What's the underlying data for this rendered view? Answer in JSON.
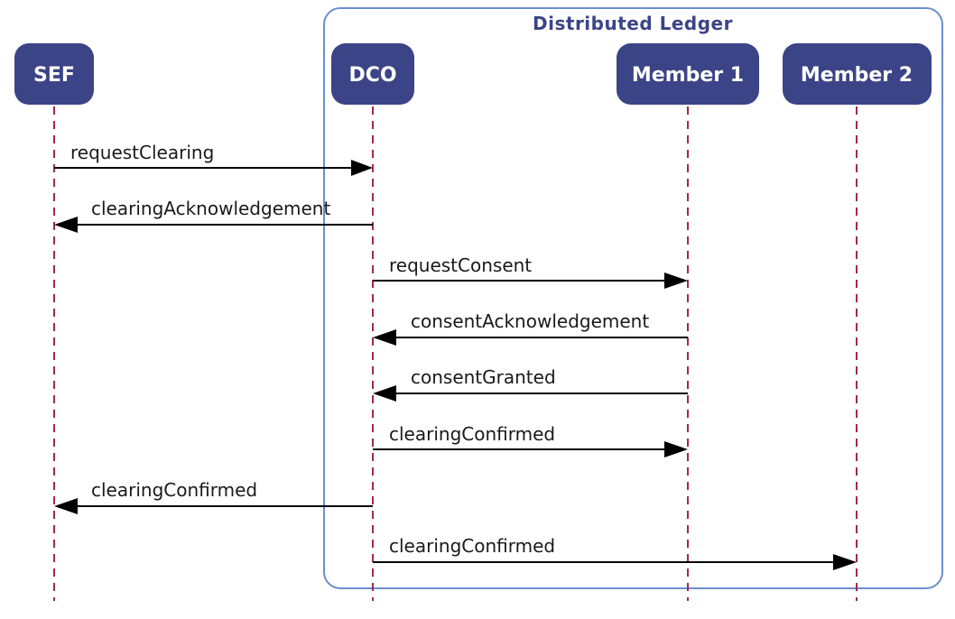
{
  "group": {
    "title": "Distributed Ledger"
  },
  "actors": [
    {
      "id": "sef",
      "label": "SEF"
    },
    {
      "id": "dco",
      "label": "DCO"
    },
    {
      "id": "member1",
      "label": "Member 1"
    },
    {
      "id": "member2",
      "label": "Member 2"
    }
  ],
  "messages": [
    {
      "label": "requestClearing",
      "from": "SEF",
      "to": "DCO"
    },
    {
      "label": "clearingAcknowledgement",
      "from": "DCO",
      "to": "SEF"
    },
    {
      "label": "requestConsent",
      "from": "DCO",
      "to": "Member 1"
    },
    {
      "label": "consentAcknowledgement",
      "from": "Member 1",
      "to": "DCO"
    },
    {
      "label": "consentGranted",
      "from": "Member 1",
      "to": "DCO"
    },
    {
      "label": "clearingConfirmed",
      "from": "DCO",
      "to": "Member 1"
    },
    {
      "label": "clearingConfirmed",
      "from": "DCO",
      "to": "SEF"
    },
    {
      "label": "clearingConfirmed",
      "from": "DCO",
      "to": "Member 2"
    }
  ],
  "colors": {
    "actor_fill": "#3b4486",
    "actor_text": "#ffffff",
    "group_border": "#6a8fcf",
    "group_title": "#3b4486",
    "lifeline": "#a3284f",
    "arrow": "#000000",
    "message_text": "#1a1a1a"
  }
}
